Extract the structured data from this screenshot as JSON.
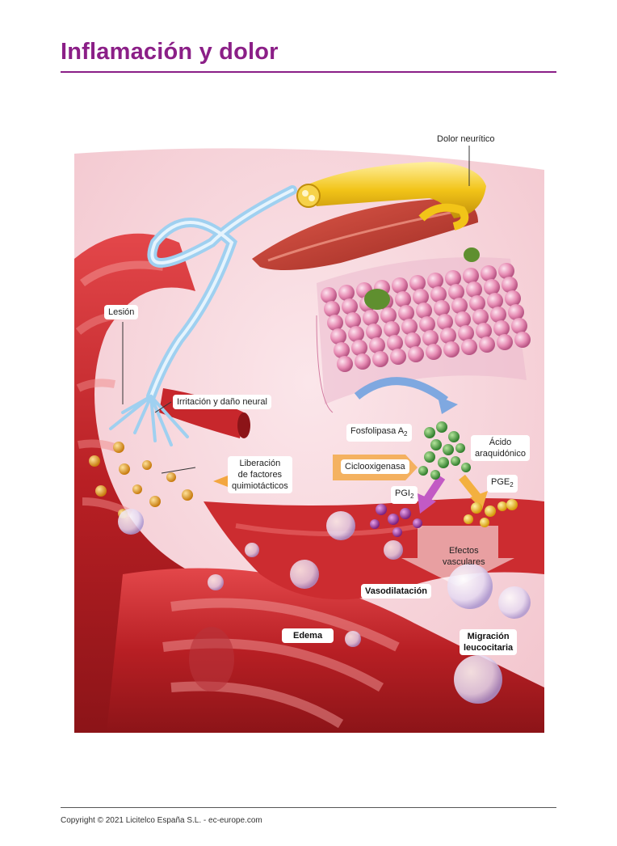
{
  "page": {
    "title": "Inflamación y dolor",
    "title_color": "#8b1f87",
    "copyright": "Copyright © 2021 Licitelco España S.L. - ec-europe.com"
  },
  "diagram": {
    "labels": {
      "dolor_neuritico": "Dolor neurítico",
      "lesion": "Lesión",
      "irritacion": "Irritación y daño neural",
      "liberacion_1": "Liberación",
      "liberacion_2": "de factores",
      "liberacion_3": "quimiotácticos",
      "fosfolipasa": "Fosfolipasa A",
      "fosfolipasa_sub": "2",
      "acido_1": "Ácido",
      "acido_2": "araquidónico",
      "ciclooxigenasa": "Ciclooxigenasa",
      "pgi": "PGI",
      "pgi_sub": "2",
      "pge": "PGE",
      "pge_sub": "2",
      "efectos_1": "Efectos",
      "efectos_2": "vasculares",
      "vasodilatacion": "Vasodilatación",
      "edema": "Edema",
      "migracion_1": "Migración",
      "migracion_2": "leucocitaria"
    },
    "colors": {
      "vessel": "#c8272a",
      "nerve_fiber": "#f2c418",
      "neuron": "#9fd0f0",
      "membrane": "#e78cb4",
      "arachidonic": "#3f9b3a",
      "chemotactic": "#e39a16",
      "pgi_molecule": "#9b2f9c",
      "pge_molecule": "#f0b419"
    }
  }
}
